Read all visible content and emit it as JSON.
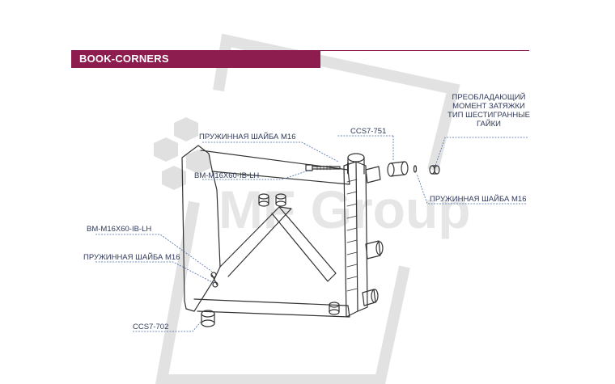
{
  "header": {
    "title": "BOOK-CORNERS"
  },
  "watermark": {
    "text": "MF Group"
  },
  "labels": {
    "washer_top": "ПРУЖИННАЯ ШАЙБА M16",
    "bolt_top": "BM-M16X60-IB-LH",
    "ccs751": "CCS7-751",
    "torque_nut": [
      "ПРЕОБЛАДАЮЩИЙ",
      "МОМЕНТ ЗАТЯЖКИ",
      "ТИП ШЕСТИГРАННЫЕ",
      "ГАЙКИ"
    ],
    "washer_right": "ПРУЖИННАЯ ШАЙБА M16",
    "bolt_left": "BM-M16X60-IB-LH",
    "washer_left": "ПРУЖИННАЯ ШАЙБА M16",
    "ccs702": "CCS7-702"
  },
  "colors": {
    "accent": "#8c1d4e",
    "label_text": "#303a5a",
    "leader": "#4a6fa8",
    "line": "#333333"
  }
}
